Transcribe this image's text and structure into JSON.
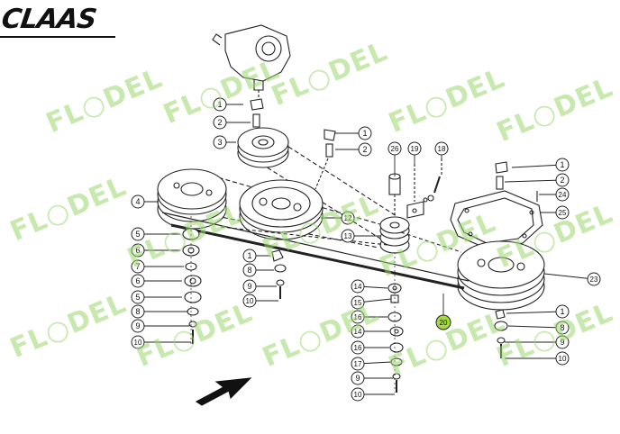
{
  "brand": {
    "logo_text": "CLAAS"
  },
  "watermark": {
    "text": "FL○DEL"
  },
  "callouts": [
    {
      "n": "1"
    },
    {
      "n": "2"
    },
    {
      "n": "3"
    },
    {
      "n": "1"
    },
    {
      "n": "2"
    },
    {
      "n": "26"
    },
    {
      "n": "19"
    },
    {
      "n": "18"
    },
    {
      "n": "4"
    },
    {
      "n": "12"
    },
    {
      "n": "13"
    },
    {
      "n": "1"
    },
    {
      "n": "2"
    },
    {
      "n": "24"
    },
    {
      "n": "25"
    },
    {
      "n": "5"
    },
    {
      "n": "6"
    },
    {
      "n": "7"
    },
    {
      "n": "6"
    },
    {
      "n": "5"
    },
    {
      "n": "8"
    },
    {
      "n": "9"
    },
    {
      "n": "10"
    },
    {
      "n": "1"
    },
    {
      "n": "8"
    },
    {
      "n": "9"
    },
    {
      "n": "10"
    },
    {
      "n": "14"
    },
    {
      "n": "15"
    },
    {
      "n": "16"
    },
    {
      "n": "14"
    },
    {
      "n": "16"
    },
    {
      "n": "17"
    },
    {
      "n": "9"
    },
    {
      "n": "10"
    },
    {
      "n": "20"
    },
    {
      "n": "23"
    },
    {
      "n": "1"
    },
    {
      "n": "8"
    },
    {
      "n": "9"
    },
    {
      "n": "10"
    }
  ],
  "colors": {
    "line": "#222222",
    "watermark": "#9bd86b",
    "highlight": "#a5d93f"
  }
}
